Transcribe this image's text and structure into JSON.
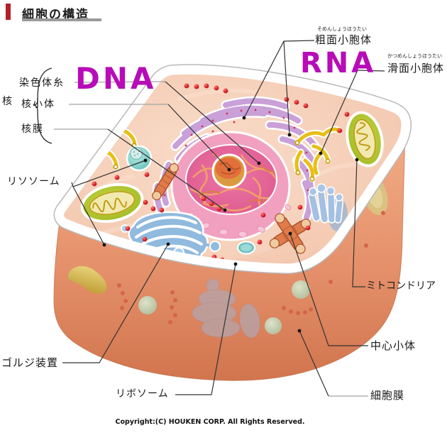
{
  "title": {
    "text": "細胞の構造"
  },
  "copyright": {
    "text": "Copyright:(C) HOUKEN CORP. All Rights Reserved."
  },
  "big_labels": {
    "dna": "DNA",
    "rna": "RNA",
    "color": "#b80cb8"
  },
  "labels": {
    "nucleus_group": "核",
    "chromatin": "染色体糸",
    "nucleolus": "核小体",
    "nuclear_membrane": "核膜",
    "lysosome": "リソソーム",
    "golgi": "ゴルジ装置",
    "ribosome": "リボソーム",
    "rough_er": "粗面小胞体",
    "rough_er_furigana": "そめんしょうほうたい",
    "smooth_er": "滑面小胞体",
    "smooth_er_furigana": "かつめんしょうほうたい",
    "mitochondria": "ミトコンドリア",
    "centriole": "中心小体",
    "cell_membrane": "細胞膜"
  },
  "colors": {
    "title_bar_red": "#b32127",
    "title_underline_gray": "#9b9b9b",
    "big_label_magenta": "#b80cb8",
    "cytoplasm_top": "#f4cab2",
    "membrane_side": "#e4906a",
    "rim_white": "#ffffff",
    "nucleus_pink": "#f2a0c0",
    "nucleus_inner": "#e05e93",
    "chromatin_orange": "#ef9f6b",
    "nucleolus_orange": "#e1703a",
    "rough_er_purple": "#c9a0d8",
    "smooth_er_yellow": "#e7bf16",
    "mitochondria_green": "#aec62b",
    "golgi_blue": "#90bade",
    "lysosome_teal": "#7fcfc9",
    "ribosome_red": "#c81428",
    "centriole_orange": "#e07c4c"
  }
}
